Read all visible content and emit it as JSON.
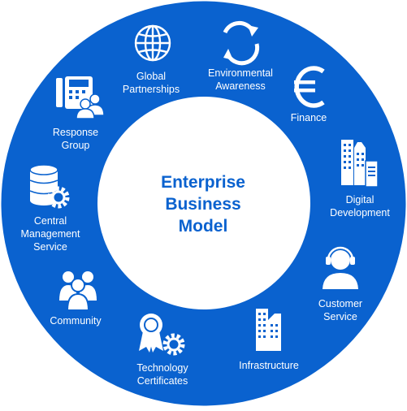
{
  "center": {
    "line1": "Enterprise",
    "line2": "Business",
    "line3": "Model"
  },
  "segments": [
    {
      "line1": "Global",
      "line2": "Partnerships",
      "icon": "globe-icon"
    },
    {
      "line1": "Environmental",
      "line2": "Awareness",
      "icon": "recycle-arrows-icon"
    },
    {
      "line1": "Finance",
      "icon": "euro-icon"
    },
    {
      "line1": "Digital",
      "line2": "Development",
      "icon": "buildings-server-icon"
    },
    {
      "line1": "Customer",
      "line2": "Service",
      "icon": "headset-agent-icon"
    },
    {
      "line1": "Infrastructure",
      "icon": "skyscraper-icon"
    },
    {
      "line1": "Technology",
      "line2": "Certificates",
      "icon": "award-gear-icon"
    },
    {
      "line1": "Community",
      "icon": "people-group-icon"
    },
    {
      "line1": "Central",
      "line2": "Management",
      "line3": "Service",
      "icon": "database-gear-icon"
    },
    {
      "line1": "Response",
      "line2": "Group",
      "icon": "phone-users-icon"
    }
  ],
  "colors": {
    "ring": "#0a62cf",
    "center_fill": "#ffffff",
    "title": "#0a62cf",
    "label": "#ffffff"
  }
}
